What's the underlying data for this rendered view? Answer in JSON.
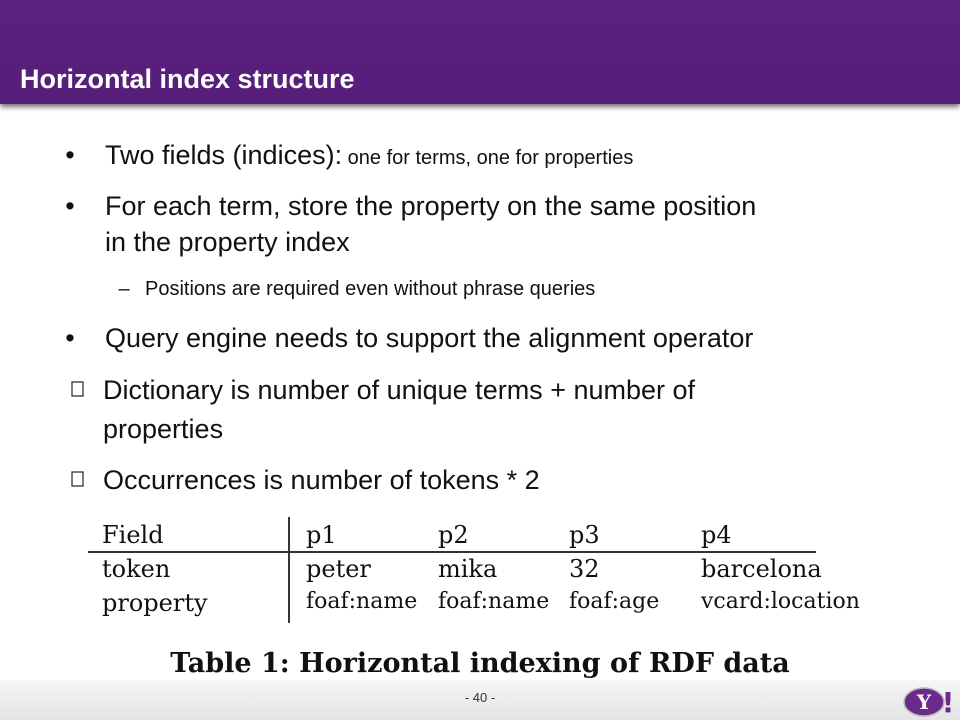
{
  "slide": {
    "title": "Horizontal index structure",
    "bullets": [
      {
        "marker": "•",
        "main": "Two fields (indices):",
        "rest": " one for terms, one for properties"
      },
      {
        "marker": "•",
        "line1": "For each term, store the property on the same position",
        "line2": "in the property index"
      },
      {
        "marker": "–",
        "text": "Positions are required even without phrase queries"
      },
      {
        "marker": "•",
        "text": "Query engine needs to support the alignment operator"
      },
      {
        "marker": "",
        "line1": "Dictionary is number of unique terms + number of",
        "line2": "properties"
      },
      {
        "marker": "",
        "text": "Occurrences is number of tokens * 2"
      }
    ]
  },
  "table": {
    "headers": [
      "Field",
      "p1",
      "p2",
      "p3",
      "p4"
    ],
    "rows": [
      [
        "token",
        "peter",
        "mika",
        "32",
        "barcelona"
      ],
      [
        "property",
        "foaf:name",
        "foaf:name",
        "foaf:age",
        "vcard:location"
      ]
    ],
    "caption": "Table 1: Horizontal indexing of RDF data"
  },
  "footer": {
    "page": "- 40 -",
    "logo_text": "Y!"
  },
  "colors": {
    "header": "#5a1f7e",
    "logo_purple": "#6b2a8c"
  }
}
